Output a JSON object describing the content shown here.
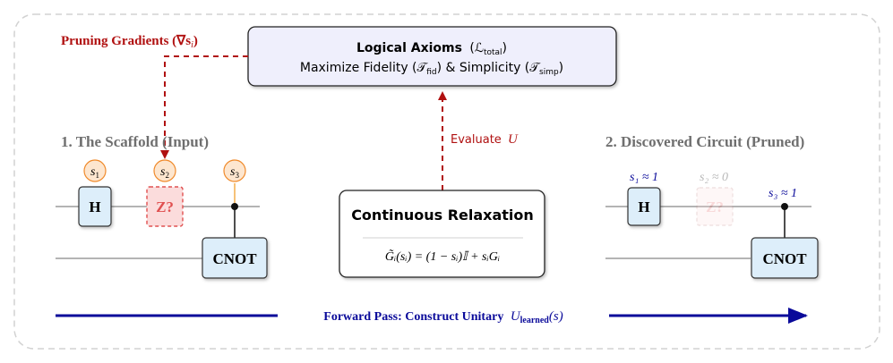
{
  "pruning_gradients": "Pruning Gradients (∇s",
  "pruning_sub": "i",
  "axioms": {
    "title": "Logical Axioms",
    "title_math": "(ℒ",
    "title_sub": "total",
    "subtitle_a": "Maximize Fidelity (𝒯",
    "subtitle_a_sub": "fid",
    "subtitle_b": ") & Simplicity (𝒯",
    "subtitle_b_sub": "simp"
  },
  "evaluate_label": "Evaluate",
  "evaluate_var": "U",
  "scaffold_title": "1. The Scaffold (Input)",
  "discovered_title": "2. Discovered Circuit (Pruned)",
  "scaffold": {
    "s1": "s",
    "s1_sub": "1",
    "s2": "s",
    "s2_sub": "2",
    "s3": "s",
    "s3_sub": "3",
    "gate_h": "H",
    "gate_z": "Z?",
    "gate_cnot": "CNOT"
  },
  "relaxation": {
    "title": "Continuous Relaxation",
    "formula": "G̃ᵢ(sᵢ) = (1 − sᵢ)𝕀 + sᵢGᵢ"
  },
  "discovered": {
    "s1_label": "s₁ ≈ 1",
    "s2_label": "s₂ ≈ 0",
    "s3_label": "s₃ ≈ 1",
    "gate_h": "H",
    "gate_z": "Z?",
    "gate_cnot": "CNOT"
  },
  "forward_pass": "Forward Pass: Construct Unitary",
  "forward_var": "U",
  "forward_sub": "learned",
  "forward_arg": "(s)",
  "colors": {
    "red": "#b01010",
    "blue": "#0a0a9a",
    "gate_fill": "#ddeefa",
    "axiom_fill": "#efeffc",
    "param_fill": "#fde6cf",
    "param_stroke": "#f08a2a"
  }
}
